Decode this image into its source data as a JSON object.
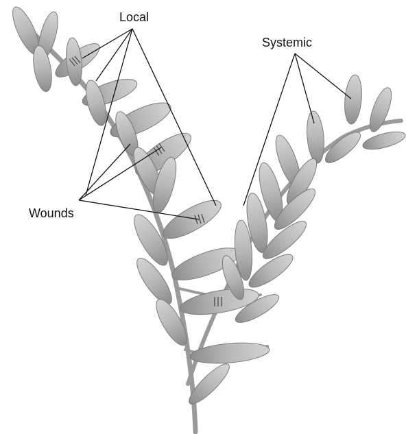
{
  "labels": {
    "local": "Local",
    "systemic": "Systemic",
    "wounds": "Wounds"
  },
  "colors": {
    "leaf_fill": "#bdbdbd",
    "leaf_shade": "#8e8e8e",
    "stem": "#9a9a9a",
    "leader_line": "#111111",
    "wound_mark": "#4a4a4a"
  }
}
